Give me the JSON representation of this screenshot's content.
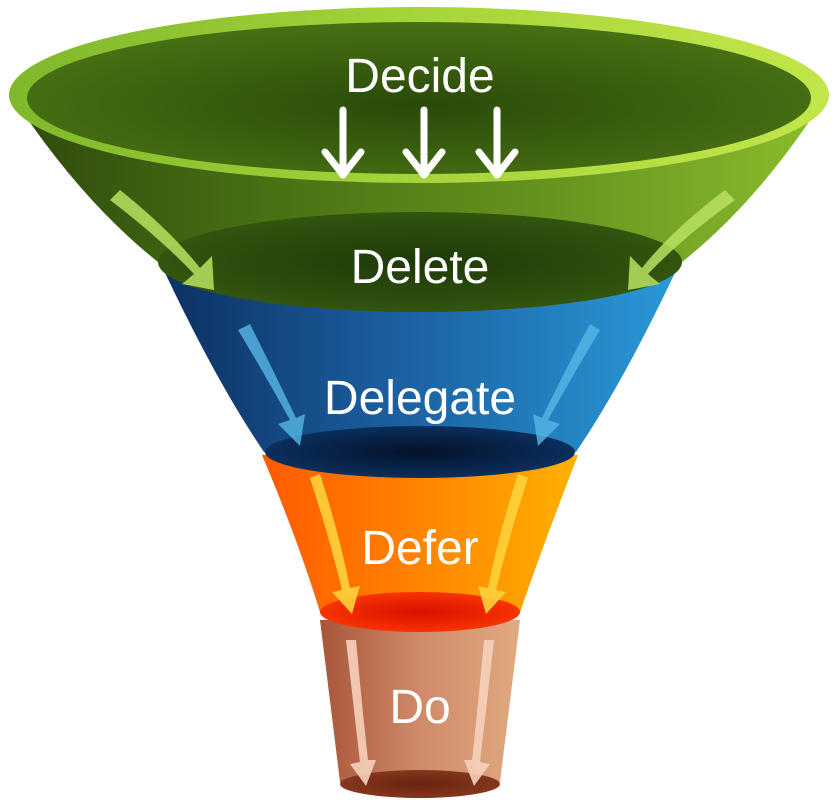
{
  "funnel": {
    "stages": [
      {
        "label": "Decide",
        "color": "#5b8a1f"
      },
      {
        "label": "Delete",
        "color": "#3f6b12"
      },
      {
        "label": "Delegate",
        "color": "#1a5a9a"
      },
      {
        "label": "Defer",
        "color": "#f07800"
      },
      {
        "label": "Do",
        "color": "#c47a5a"
      }
    ],
    "arrow_icon": "down-arrow-icon"
  }
}
